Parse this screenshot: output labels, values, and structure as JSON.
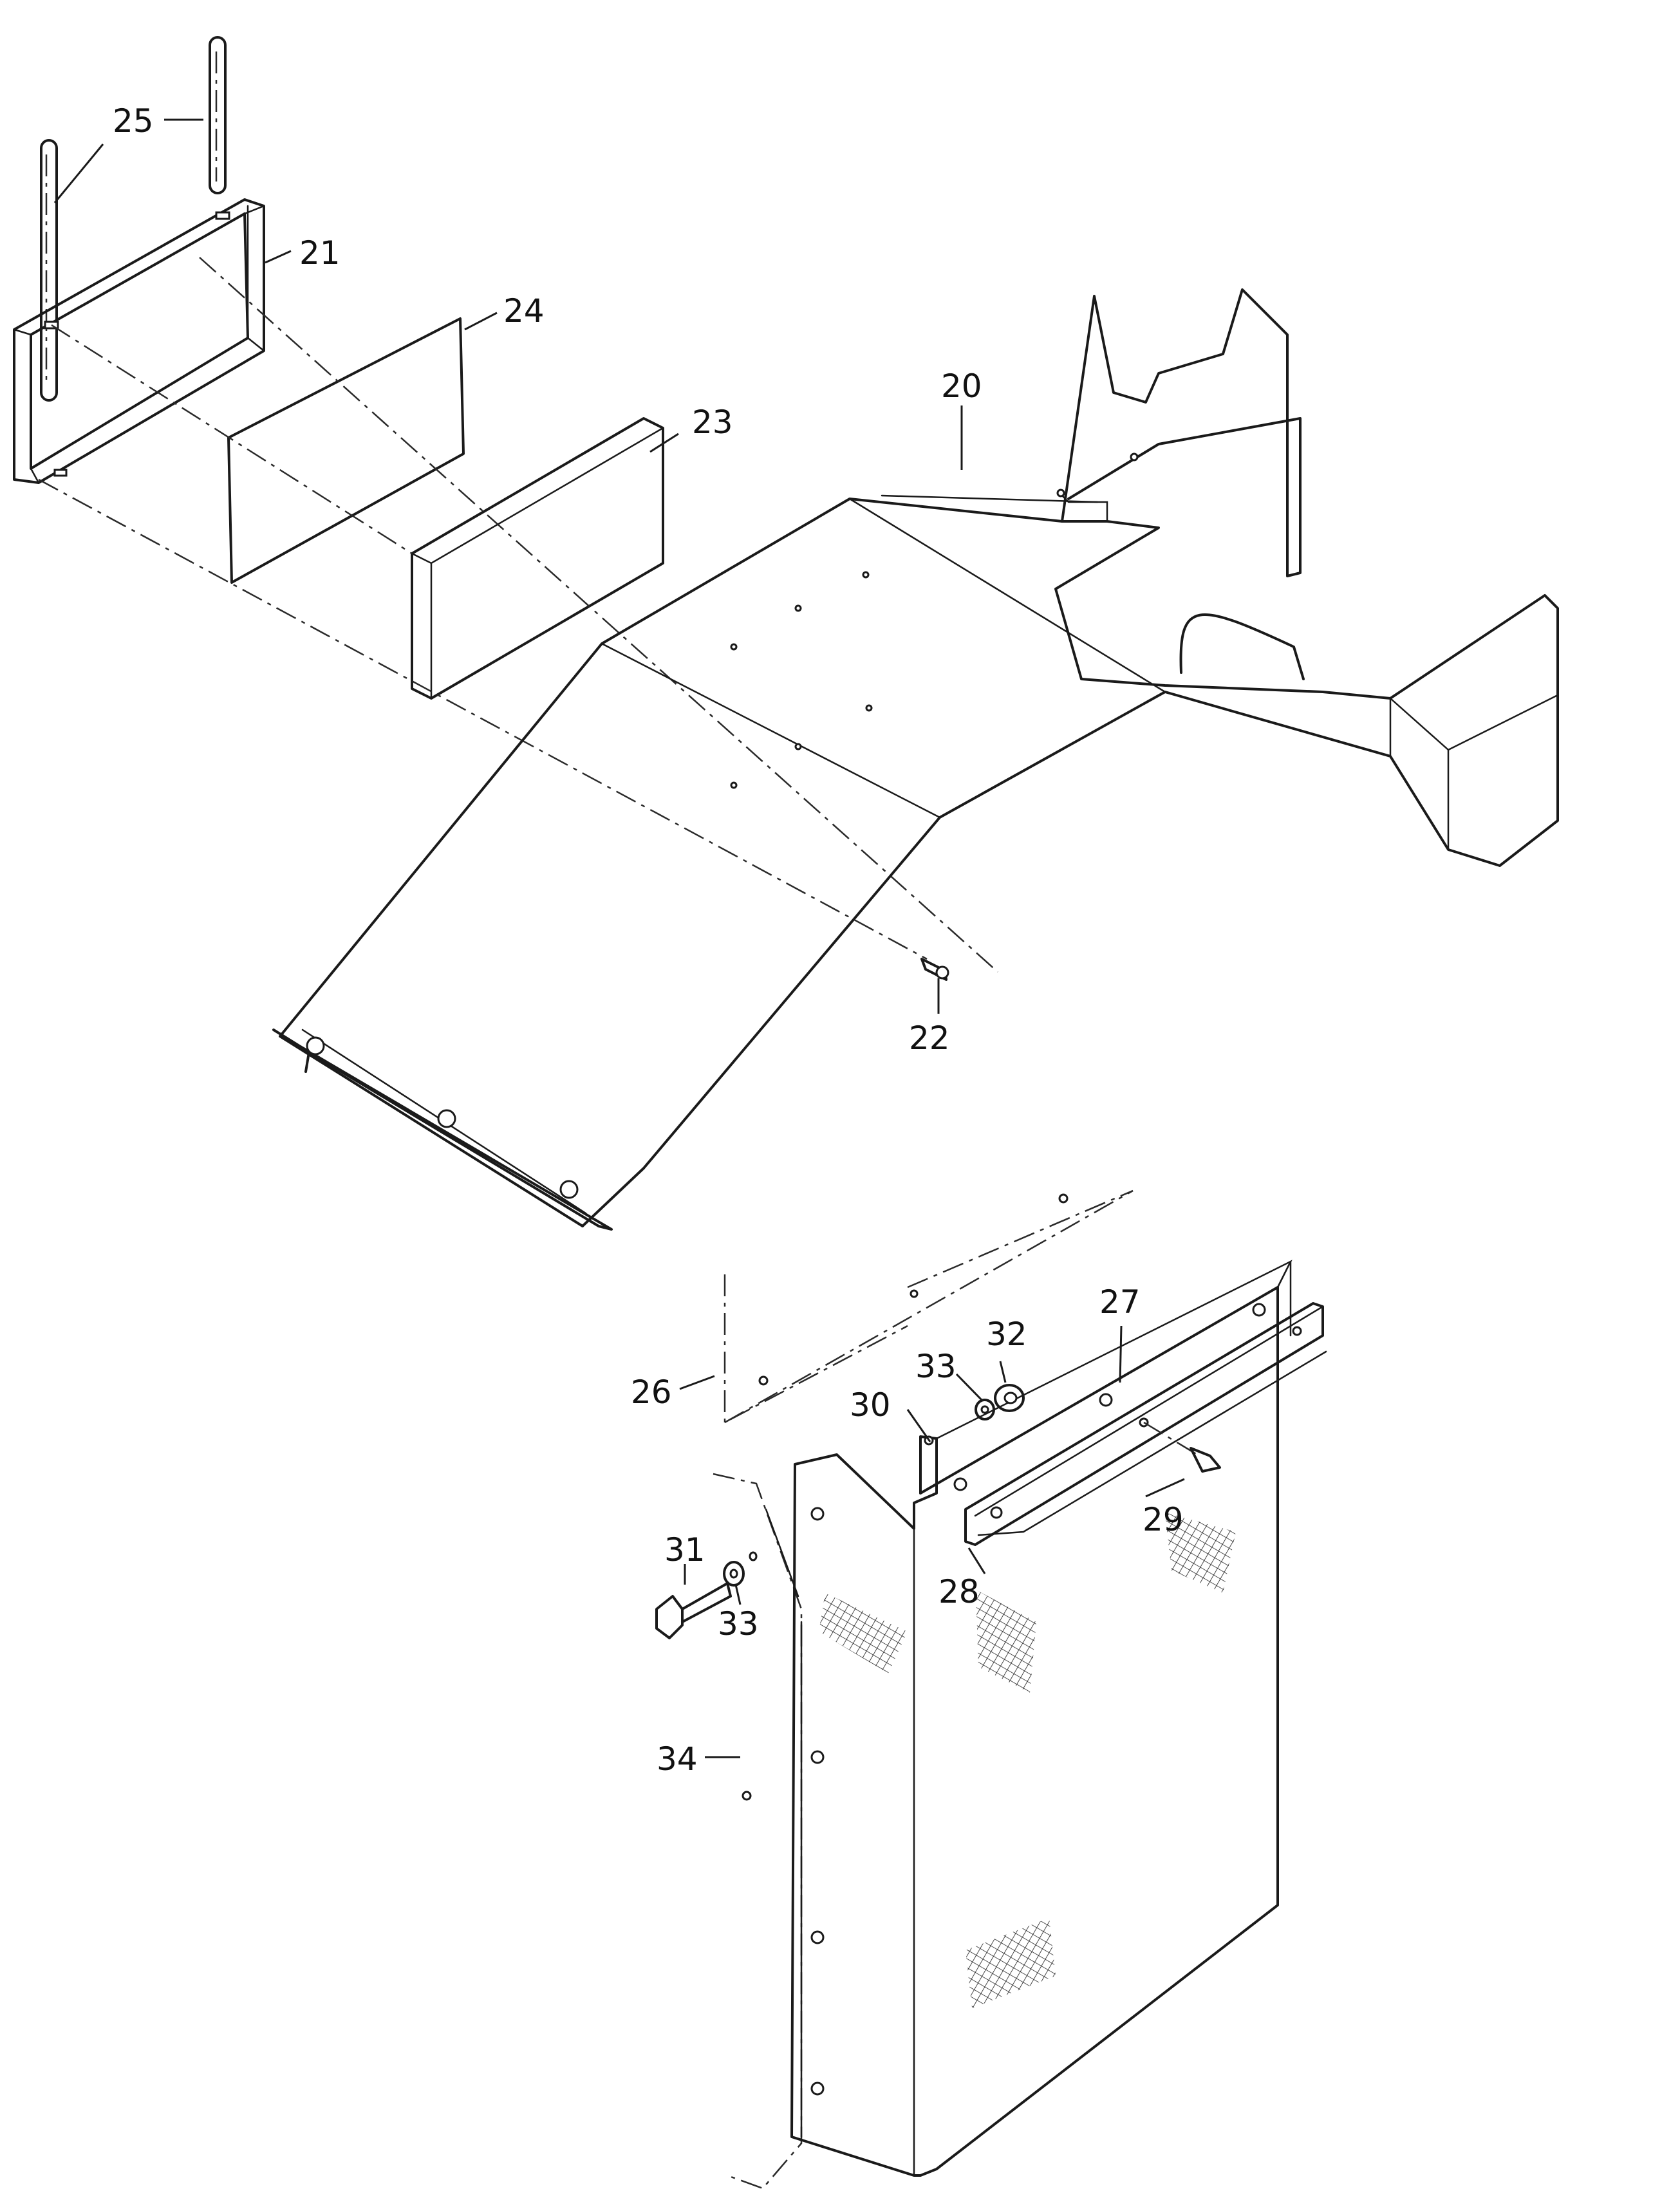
{
  "diagram": {
    "callouts": [
      {
        "id": "c20",
        "text": "20"
      },
      {
        "id": "c21",
        "text": "21"
      },
      {
        "id": "c22",
        "text": "22"
      },
      {
        "id": "c23",
        "text": "23"
      },
      {
        "id": "c24",
        "text": "24"
      },
      {
        "id": "c25",
        "text": "25"
      },
      {
        "id": "c26",
        "text": "26"
      },
      {
        "id": "c27",
        "text": "27"
      },
      {
        "id": "c28",
        "text": "28"
      },
      {
        "id": "c29",
        "text": "29"
      },
      {
        "id": "c30",
        "text": "30"
      },
      {
        "id": "c31",
        "text": "31"
      },
      {
        "id": "c32",
        "text": "32"
      },
      {
        "id": "c33a",
        "text": "33"
      },
      {
        "id": "c33b",
        "text": "33"
      },
      {
        "id": "c34",
        "text": "34"
      }
    ]
  },
  "colors": {
    "line": "#1a1a1a",
    "background": "#ffffff"
  }
}
